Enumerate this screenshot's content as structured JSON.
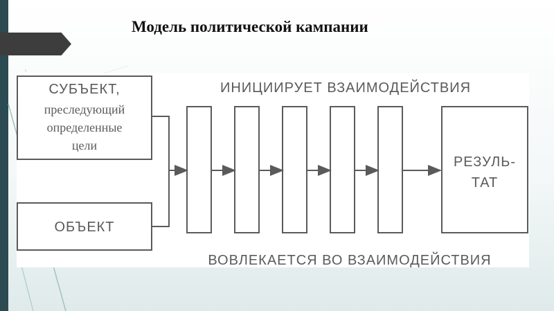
{
  "slide": {
    "title": "Модель политической кампании"
  },
  "diagram": {
    "subject_box": {
      "line1": "СУБЪЕКТ,",
      "line2": "преследующий",
      "line3": "определенные",
      "line4": "цели"
    },
    "object_box": {
      "label": "ОБЪЕКТ"
    },
    "top_caption": "ИНИЦИИРУЕТ ВЗАИМОДЕЙСТВИЯ",
    "bottom_caption": "ВОВЛЕКАЕТСЯ ВО ВЗАИМОДЕЙСТВИЯ",
    "result_box": {
      "line1": "РЕЗУЛЬ-",
      "line2": "ТАТ"
    }
  },
  "colors": {
    "accent_bar": "#2b4a52",
    "arrow_tab": "#3d3d3d",
    "diagram_stroke": "#5a5a5a"
  }
}
